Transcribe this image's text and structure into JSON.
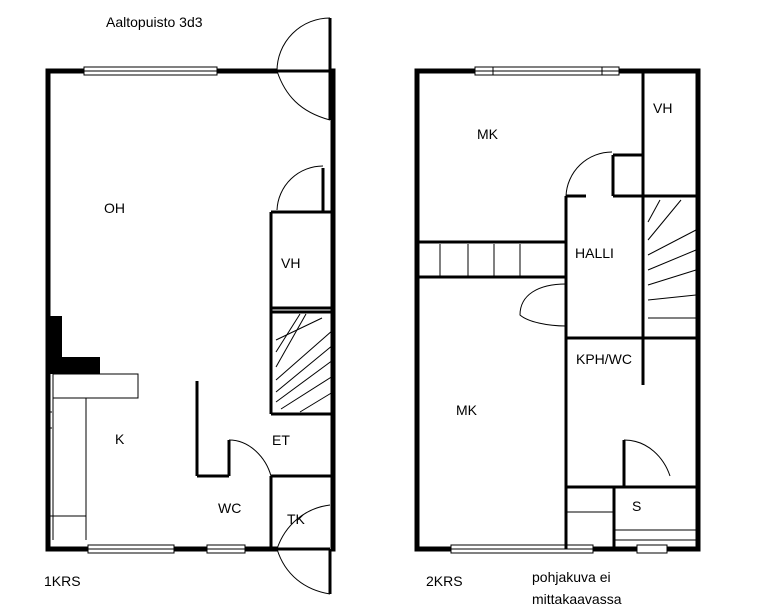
{
  "title": "Aaltopuisto 3d3",
  "floors": {
    "first": {
      "label": "1KRS",
      "rooms": {
        "oh": "OH",
        "vh": "VH",
        "k": "K",
        "et": "ET",
        "wc": "WC",
        "tk": "TK"
      }
    },
    "second": {
      "label": "2KRS",
      "rooms": {
        "mk_top": "MK",
        "vh": "VH",
        "halli": "HALLI",
        "mk_bottom": "MK",
        "kph_wc": "KPH/WC",
        "s": "S"
      }
    }
  },
  "note": {
    "line1": "pohjakuva ei",
    "line2": "mittakaavassa"
  }
}
